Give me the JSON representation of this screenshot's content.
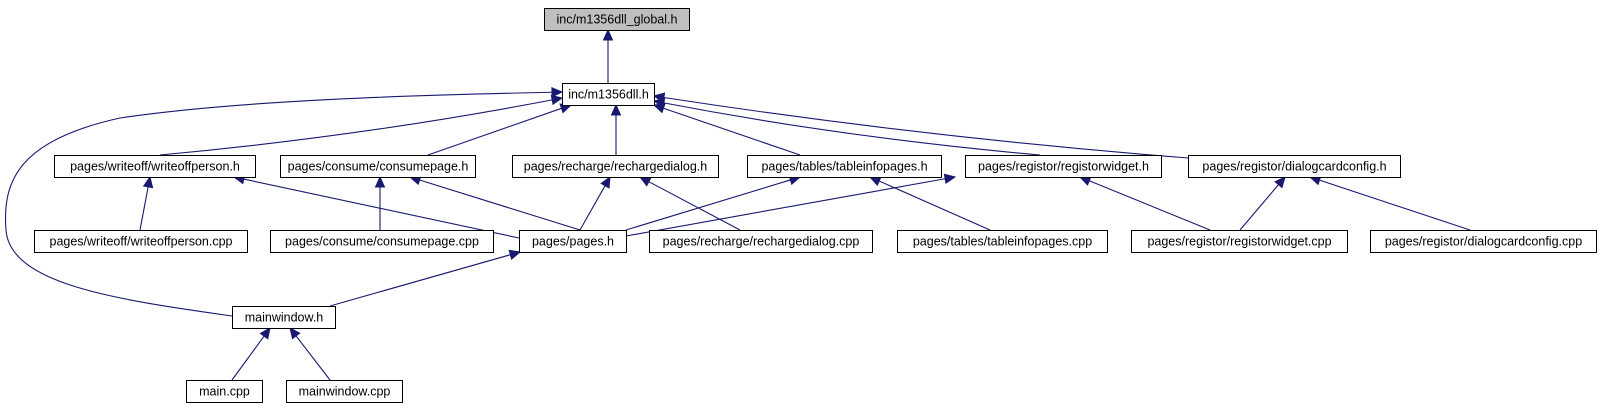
{
  "graph": {
    "edge_color": "#191970",
    "root_fill": "#bfbfbf",
    "node_fill": "#ffffff",
    "nodes": [
      {
        "id": "global",
        "label": "inc/m1356dll_global.h",
        "kind": "root"
      },
      {
        "id": "dll",
        "label": "inc/m1356dll.h",
        "kind": "header"
      },
      {
        "id": "wo_h",
        "label": "pages/writeoff/writeoffperson.h",
        "kind": "header"
      },
      {
        "id": "cons_h",
        "label": "pages/consume/consumepage.h",
        "kind": "header"
      },
      {
        "id": "rech_h",
        "label": "pages/recharge/rechargedialog.h",
        "kind": "header"
      },
      {
        "id": "tab_h",
        "label": "pages/tables/tableinfopages.h",
        "kind": "header"
      },
      {
        "id": "regw_h",
        "label": "pages/registor/registorwidget.h",
        "kind": "header"
      },
      {
        "id": "dcc_h",
        "label": "pages/registor/dialogcardconfig.h",
        "kind": "header"
      },
      {
        "id": "wo_cpp",
        "label": "pages/writeoff/writeoffperson.cpp",
        "kind": "source"
      },
      {
        "id": "cons_cpp",
        "label": "pages/consume/consumepage.cpp",
        "kind": "source"
      },
      {
        "id": "pages_h",
        "label": "pages/pages.h",
        "kind": "header"
      },
      {
        "id": "rech_cpp",
        "label": "pages/recharge/rechargedialog.cpp",
        "kind": "source"
      },
      {
        "id": "tab_cpp",
        "label": "pages/tables/tableinfopages.cpp",
        "kind": "source"
      },
      {
        "id": "regw_cpp",
        "label": "pages/registor/registorwidget.cpp",
        "kind": "source"
      },
      {
        "id": "dcc_cpp",
        "label": "pages/registor/dialogcardconfig.cpp",
        "kind": "source"
      },
      {
        "id": "mw_h",
        "label": "mainwindow.h",
        "kind": "header"
      },
      {
        "id": "main_cpp",
        "label": "main.cpp",
        "kind": "source"
      },
      {
        "id": "mw_cpp",
        "label": "mainwindow.cpp",
        "kind": "source"
      }
    ],
    "edges": [
      {
        "from": "dll",
        "to": "global"
      },
      {
        "from": "wo_h",
        "to": "dll"
      },
      {
        "from": "cons_h",
        "to": "dll"
      },
      {
        "from": "rech_h",
        "to": "dll"
      },
      {
        "from": "tab_h",
        "to": "dll"
      },
      {
        "from": "regw_h",
        "to": "dll"
      },
      {
        "from": "dcc_h",
        "to": "dll"
      },
      {
        "from": "mw_h",
        "to": "dll"
      },
      {
        "from": "wo_cpp",
        "to": "wo_h"
      },
      {
        "from": "pages_h",
        "to": "wo_h"
      },
      {
        "from": "cons_cpp",
        "to": "cons_h"
      },
      {
        "from": "pages_h",
        "to": "cons_h"
      },
      {
        "from": "pages_h",
        "to": "rech_h"
      },
      {
        "from": "rech_cpp",
        "to": "rech_h"
      },
      {
        "from": "pages_h",
        "to": "tab_h"
      },
      {
        "from": "tab_cpp",
        "to": "tab_h"
      },
      {
        "from": "pages_h",
        "to": "regw_h"
      },
      {
        "from": "regw_cpp",
        "to": "regw_h"
      },
      {
        "from": "regw_cpp",
        "to": "dcc_h"
      },
      {
        "from": "dcc_cpp",
        "to": "dcc_h"
      },
      {
        "from": "mw_h",
        "to": "pages_h"
      },
      {
        "from": "main_cpp",
        "to": "mw_h"
      },
      {
        "from": "mw_cpp",
        "to": "mw_h"
      }
    ]
  }
}
